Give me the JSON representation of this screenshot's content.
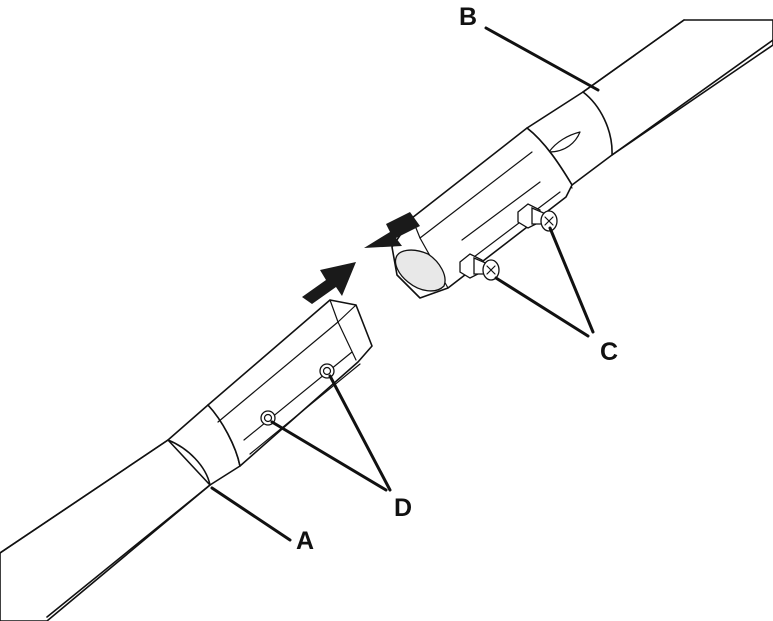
{
  "figure": {
    "labels": {
      "a": "A",
      "b": "B",
      "c": "C",
      "d": "D"
    },
    "colors": {
      "ink": "#111111",
      "arrow_fill": "#1a1a1a",
      "background": "#ffffff"
    },
    "parts": [
      {
        "id": "A",
        "description_icon": "lower-shaft-icon"
      },
      {
        "id": "B",
        "description_icon": "upper-shaft-icon"
      },
      {
        "id": "C",
        "description_icon": "bolt-and-nut-icon"
      },
      {
        "id": "D",
        "description_icon": "bolt-hole-icon"
      }
    ]
  }
}
